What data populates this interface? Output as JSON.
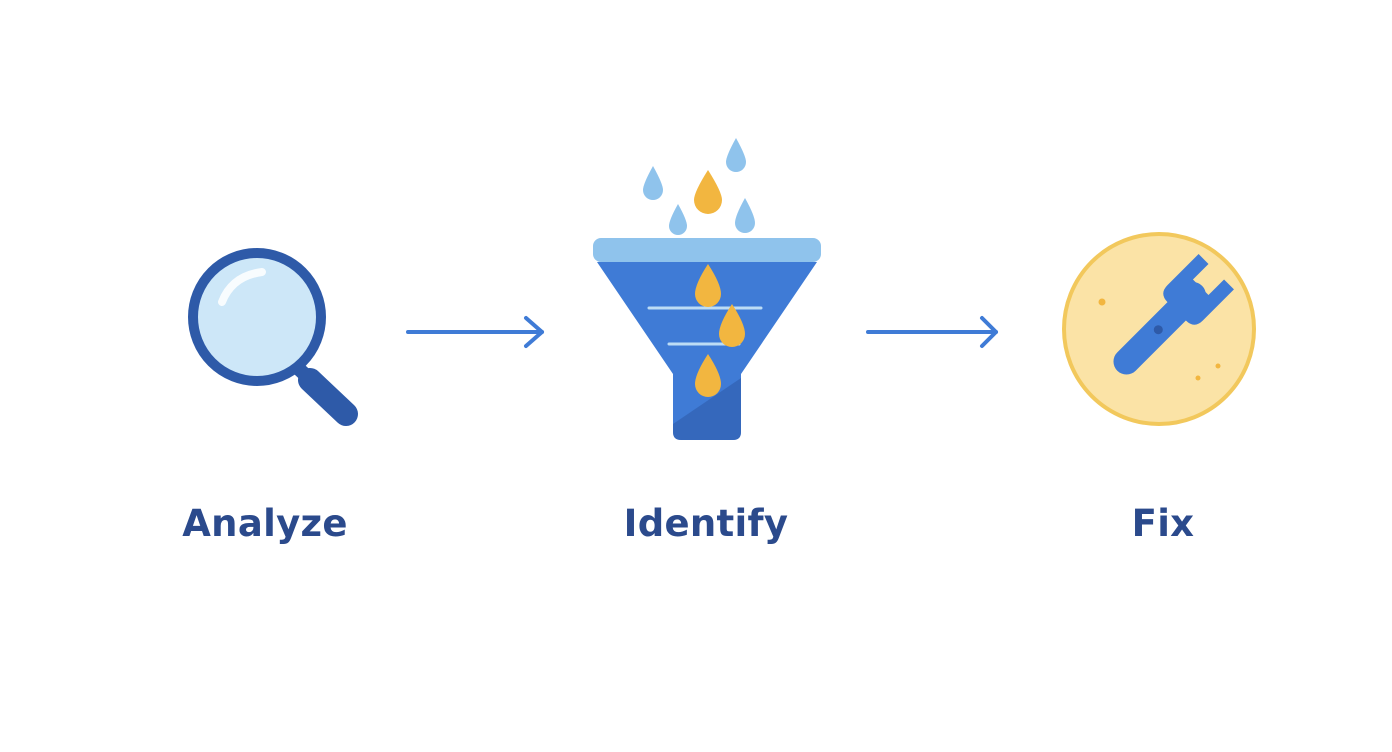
{
  "diagram": {
    "steps": [
      {
        "label": "Analyze",
        "icon": "magnifying-glass-icon"
      },
      {
        "label": "Identify",
        "icon": "funnel-with-droplets-icon"
      },
      {
        "label": "Fix",
        "icon": "wrench-icon"
      }
    ],
    "connectors": [
      "arrow-right-icon",
      "arrow-right-icon"
    ]
  },
  "colors": {
    "label_text": "#2b4a8c",
    "primary_blue": "#3f7bd6",
    "dark_blue": "#2e5aa8",
    "light_blue": "#8fc3ec",
    "lens_fill": "#cde7f8",
    "droplet_gold": "#f2b640",
    "fix_circle_fill": "#fbe3a6",
    "fix_circle_stroke": "#f2c85c"
  }
}
